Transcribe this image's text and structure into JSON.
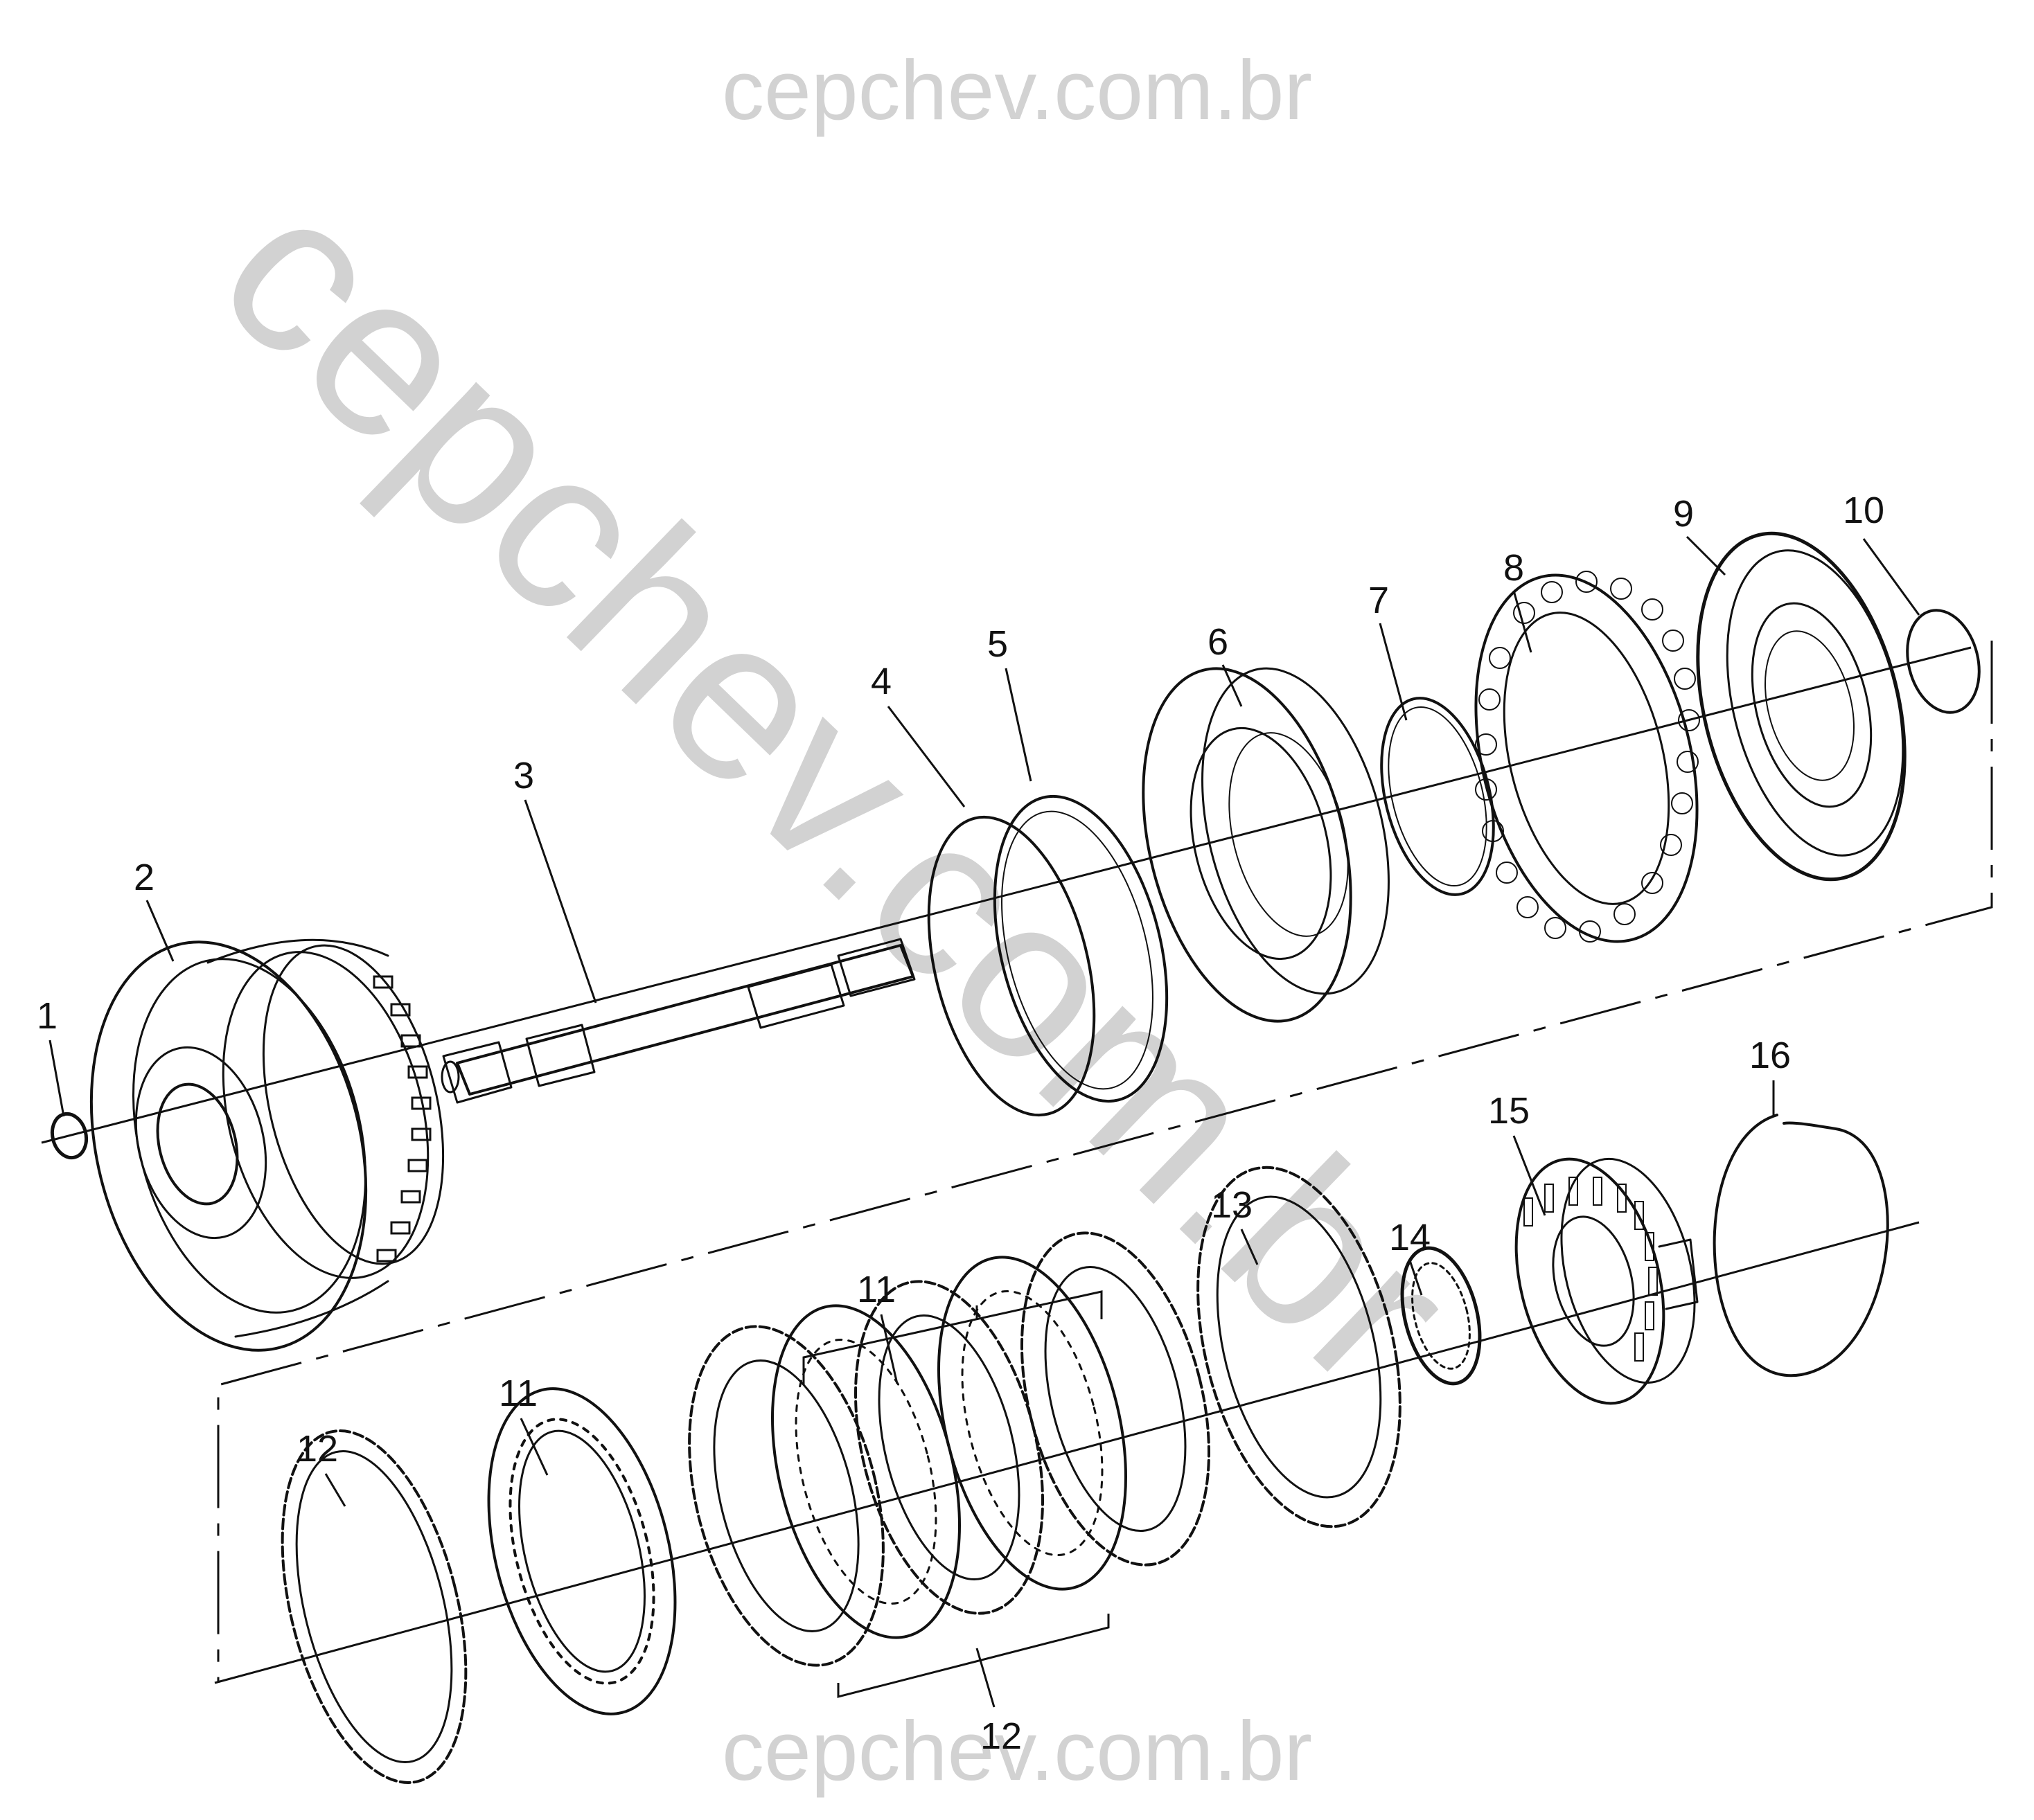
{
  "watermark": {
    "top": "cepchev.com.br",
    "diagonal": "cepchev.com.br",
    "bottom": "cepchev.com.br"
  },
  "callouts": [
    {
      "id": "c1",
      "label": "1"
    },
    {
      "id": "c2",
      "label": "2"
    },
    {
      "id": "c3",
      "label": "3"
    },
    {
      "id": "c4",
      "label": "4"
    },
    {
      "id": "c5",
      "label": "5"
    },
    {
      "id": "c6",
      "label": "6"
    },
    {
      "id": "c7",
      "label": "7"
    },
    {
      "id": "c8",
      "label": "8"
    },
    {
      "id": "c9",
      "label": "9"
    },
    {
      "id": "c10",
      "label": "10"
    },
    {
      "id": "c11a",
      "label": "11"
    },
    {
      "id": "c11b",
      "label": "11"
    },
    {
      "id": "c12a",
      "label": "12"
    },
    {
      "id": "c12b",
      "label": "12"
    },
    {
      "id": "c13",
      "label": "13"
    },
    {
      "id": "c14",
      "label": "14"
    },
    {
      "id": "c15",
      "label": "15"
    },
    {
      "id": "c16",
      "label": "16"
    }
  ]
}
